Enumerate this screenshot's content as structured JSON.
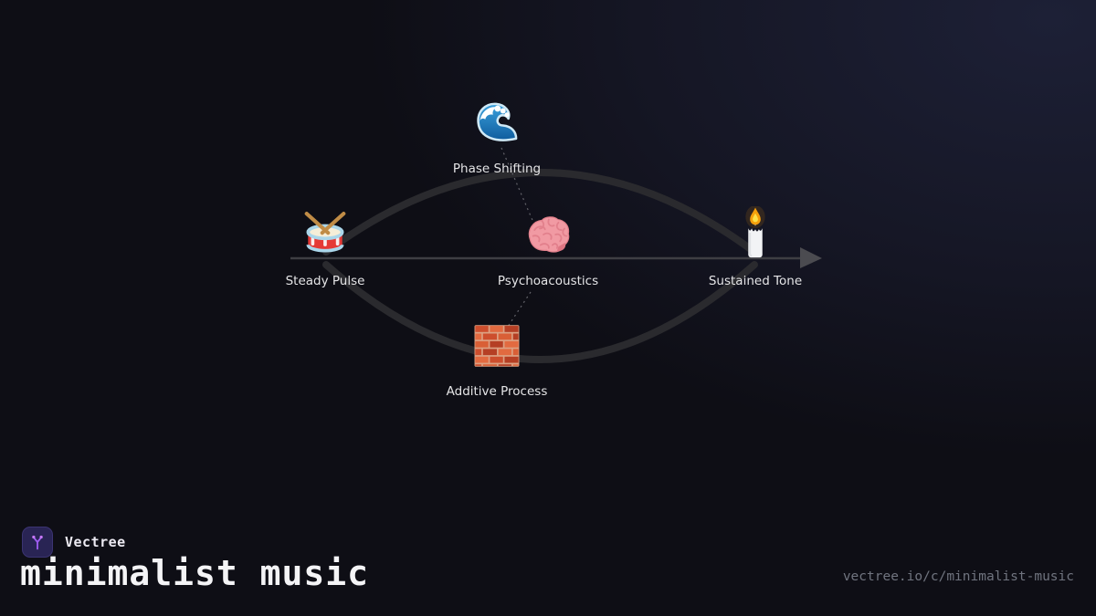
{
  "diagram": {
    "nodes": [
      {
        "id": "steady-pulse",
        "label": "Steady Pulse",
        "icon": "drum"
      },
      {
        "id": "psychoacoustics",
        "label": "Psychoacoustics",
        "icon": "brain"
      },
      {
        "id": "sustained-tone",
        "label": "Sustained Tone",
        "icon": "candle"
      },
      {
        "id": "phase-shifting",
        "label": "Phase Shifting",
        "icon": "ocean-wave"
      },
      {
        "id": "additive-process",
        "label": "Additive Process",
        "icon": "brick-wall"
      }
    ],
    "edges": [
      {
        "from": "steady-pulse",
        "to": "sustained-tone",
        "style": "double-arc"
      },
      {
        "from": "phase-shifting",
        "to": "psychoacoustics",
        "style": "dashed"
      },
      {
        "from": "psychoacoustics",
        "to": "additive-process",
        "style": "dashed"
      }
    ],
    "axis": {
      "direction": "right"
    },
    "colors": {
      "arc": "#2a2a2e",
      "axis_line": "#3e3e43",
      "arrow_head": "#4b4b50",
      "connector": "#63636a",
      "label": "#e4e4e6"
    }
  },
  "branding": {
    "brand_name": "Vectree",
    "title": "minimalist music",
    "url": "vectree.io/c/minimalist-music",
    "colors": {
      "accent": "#a05df2",
      "accent_dot": "#c678f7",
      "badge_bg": "#292454",
      "title": "#f4f4f6",
      "url": "#70747f"
    }
  },
  "background": {
    "base": "#0e0e15",
    "glow_top_right": "#1d2036"
  }
}
